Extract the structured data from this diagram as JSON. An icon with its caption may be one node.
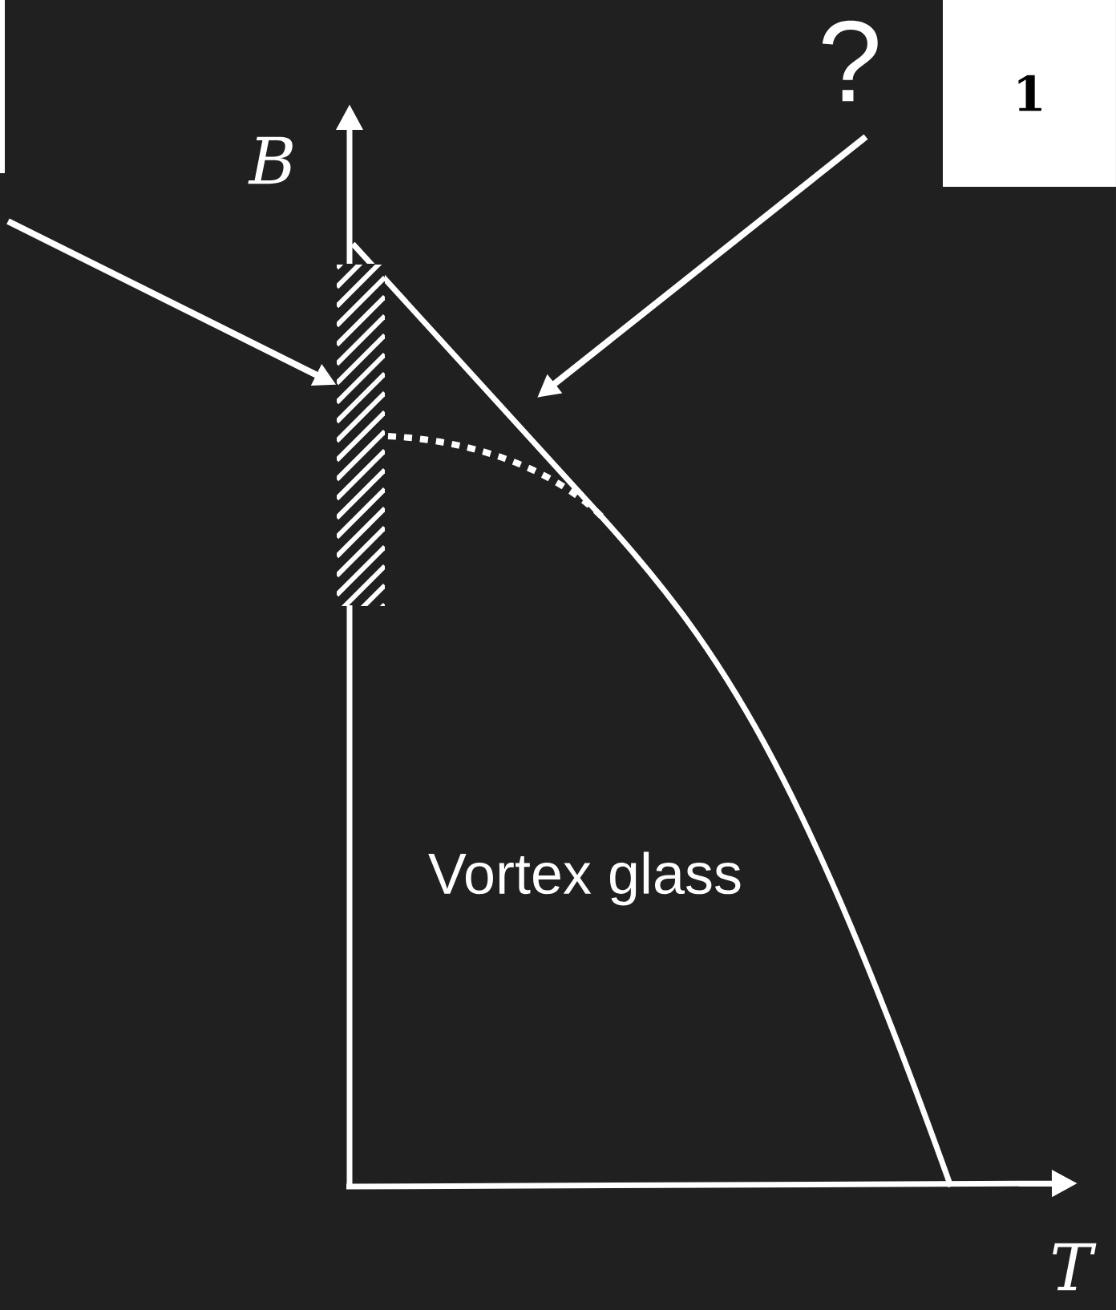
{
  "diagram": {
    "nodes": [
      {
        "text": [
          "?"
        ]
      },
      {
        "text": [],
        "shape": "bar"
      },
      {
        "text": [
          "1"
        ]
      }
    ],
    "edges": [
      {
        "from": null,
        "to": 1,
        "arrow": "to"
      },
      {
        "from": 0,
        "to": null,
        "arrow": "to"
      }
    ],
    "labels": [
      "B",
      "T",
      "Vortex glass"
    ]
  }
}
